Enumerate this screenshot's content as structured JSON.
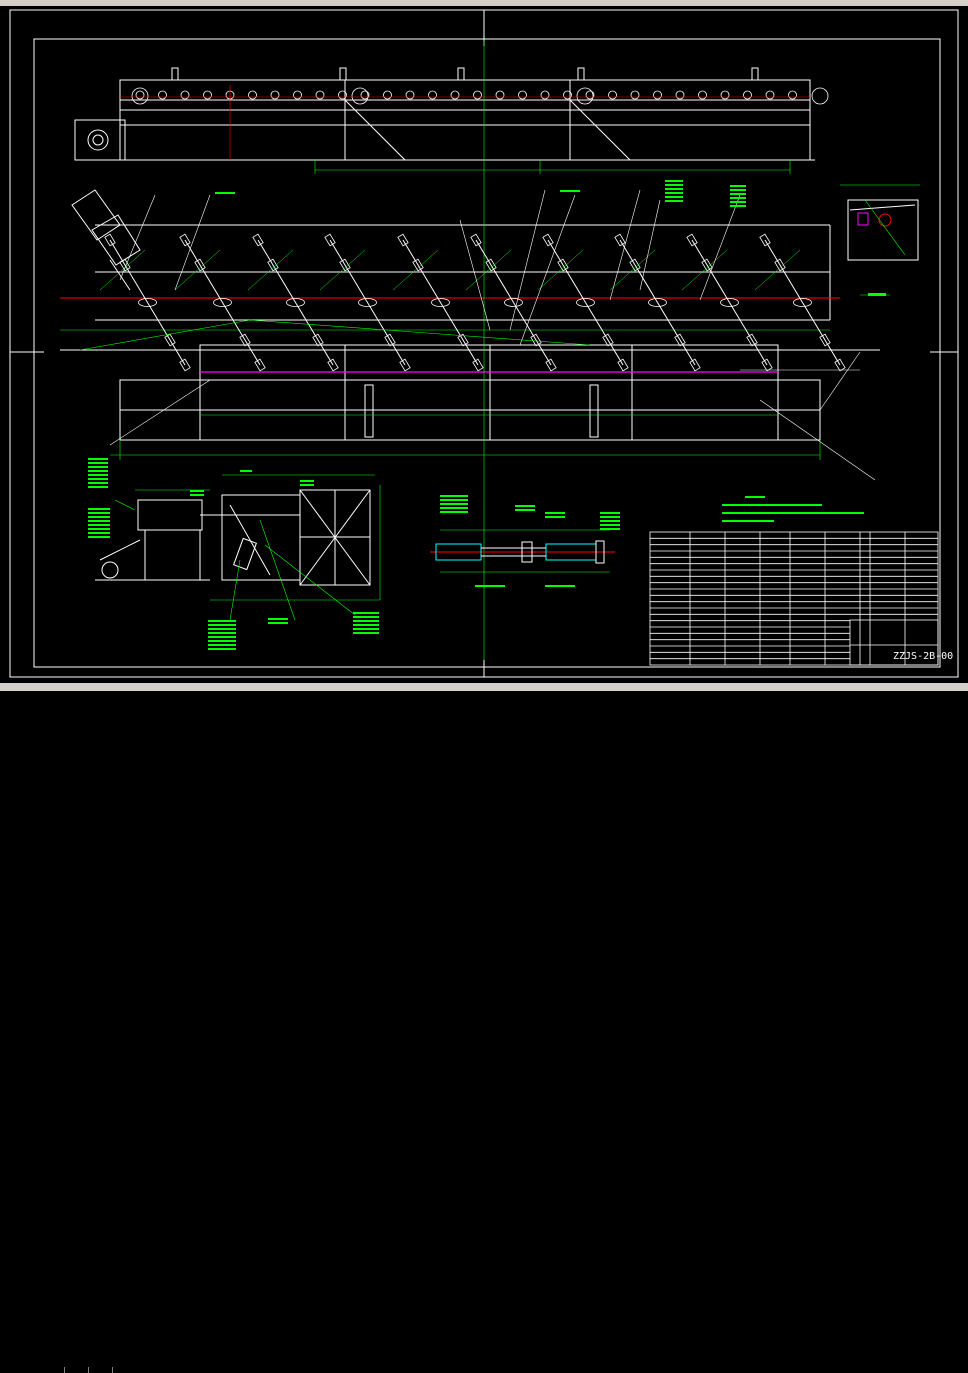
{
  "window": {
    "background": "#000000",
    "chrome_color": "#d4d0c8"
  },
  "drawing": {
    "number": "ZZJS-2B-00",
    "colors": {
      "frame": "#ffffff",
      "geometry": "#ffffff",
      "dimension": "#00ff00",
      "centerline": "#ff0000",
      "hidden": "#ff00ff",
      "notes": "#00ff00",
      "accent": "#00ffff"
    },
    "views": [
      {
        "name": "side-elevation-view"
      },
      {
        "name": "plan-roller-view"
      },
      {
        "name": "drive-end-section-view"
      },
      {
        "name": "shaft-detail-view"
      },
      {
        "name": "bearing-detail-view"
      }
    ],
    "title_block": {
      "rows": 21,
      "cols": 8
    }
  },
  "icons": {
    "crosshair": "crosshair-icon"
  }
}
